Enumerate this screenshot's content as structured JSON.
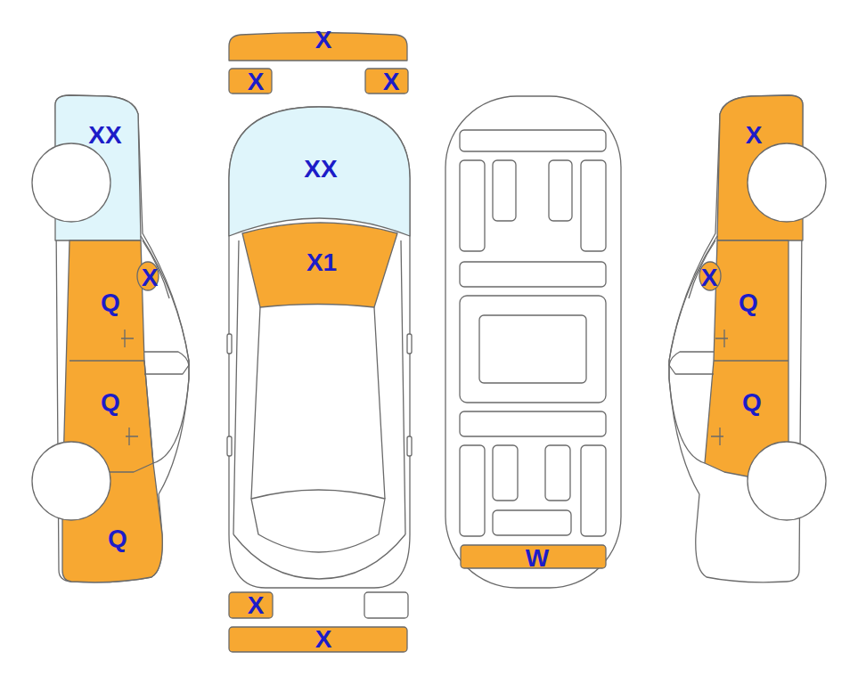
{
  "diagram": {
    "labels": [
      "X",
      "X",
      "X",
      "XX",
      "X",
      "XX",
      "X1",
      "X",
      "X",
      "Q",
      "Q",
      "Q",
      "Q",
      "Q",
      "W",
      "X",
      "X"
    ]
  }
}
